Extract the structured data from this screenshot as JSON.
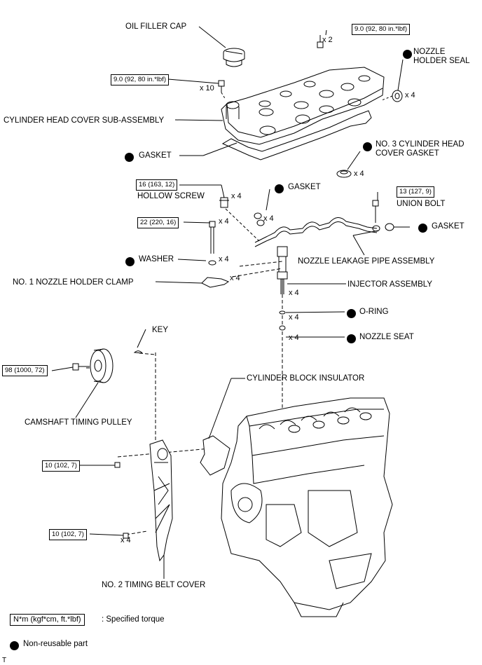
{
  "labels": {
    "oil_filler_cap": "OIL FILLER CAP",
    "nozzle_holder_seal": "NOZZLE HOLDER SEAL",
    "cyl_head_cover": "CYLINDER HEAD COVER SUB-ASSEMBLY",
    "gasket_top": "GASKET",
    "no3_cover_gasket": "NO. 3 CYLINDER HEAD COVER GASKET",
    "gasket_mid": "GASKET",
    "hollow_screw": "HOLLOW SCREW",
    "union_bolt": "UNION BOLT",
    "gasket_right": "GASKET",
    "washer": "WASHER",
    "nozzle_leakage_pipe": "NOZZLE LEAKAGE PIPE ASSEMBLY",
    "no1_nozzle_holder_clamp": "NO. 1 NOZZLE HOLDER CLAMP",
    "injector_assembly": "INJECTOR ASSEMBLY",
    "o_ring": "O-RING",
    "key": "KEY",
    "nozzle_seat": "NOZZLE SEAT",
    "cylinder_block_insulator": "CYLINDER BLOCK INSULATOR",
    "camshaft_timing_pulley": "CAMSHAFT TIMING PULLEY",
    "no2_timing_belt_cover": "NO. 2 TIMING BELT COVER"
  },
  "torque": {
    "t_top_right": "9.0 (92, 80 in.*lbf)",
    "t_top_left": "9.0 (92, 80 in.*lbf)",
    "t_hollow": "16 (163, 12)",
    "t_union": "13 (127, 9)",
    "t_22": "22 (220, 16)",
    "t_98": "98 (1000, 72)",
    "t_10a": "10 (102, 7)",
    "t_10b": "10 (102, 7)"
  },
  "qty": {
    "q_x2": "x 2",
    "q_x10": "x 10",
    "q_seal": "x 4",
    "q_no3": "x 4",
    "q_hollow": "x 4",
    "q_gasket_mid": "x 4",
    "q_22": "x 4",
    "q_washer": "x 4",
    "q_clamp": "x 4",
    "q_injector": "x 4",
    "q_oring": "x 4",
    "q_seat": "x 4",
    "q_cover": "x 4"
  },
  "legend": {
    "torque_unit": "N*m (kgf*cm, ft.*lbf)",
    "torque_desc": ": Specified torque",
    "nonreusable": "Non-reusable part"
  },
  "figure_code": "T"
}
